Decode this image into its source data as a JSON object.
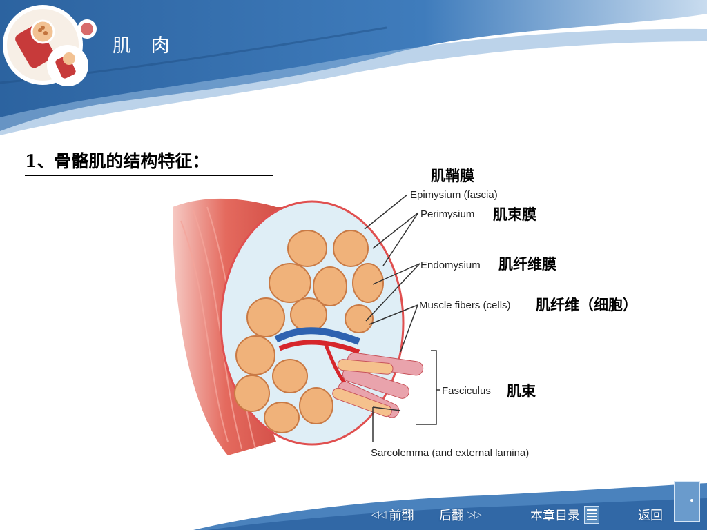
{
  "slide": {
    "title": "肌 肉",
    "section_heading": "1、骨骼肌的结构特征："
  },
  "diagram": {
    "labels_en": {
      "epimysium": "Epimysium (fascia)",
      "perimysium": "Perimysium",
      "endomysium": "Endomysium",
      "muscle_fibers": "Muscle fibers (cells)",
      "fasciculus": "Fasciculus",
      "sarcolemma": "Sarcolemma (and external lamina)"
    },
    "labels_zh": {
      "epimysium": "肌鞘膜",
      "perimysium": "肌束膜",
      "endomysium": "肌纤维膜",
      "muscle_fibers": "肌纤维（细胞）",
      "fasciculus": "肌束"
    }
  },
  "nav": {
    "prev_label": "前翻",
    "next_label": "后翻",
    "toc_label": "本章目录",
    "back_label": "返回",
    "icons": [
      "double-left-arrow-icon",
      "double-right-arrow-icon",
      "list-icon",
      "door-icon"
    ]
  },
  "colors": {
    "header_blue": "#2f6aa8",
    "muscle_red": "#d94040",
    "fascicle_orange": "#f0b27a"
  }
}
